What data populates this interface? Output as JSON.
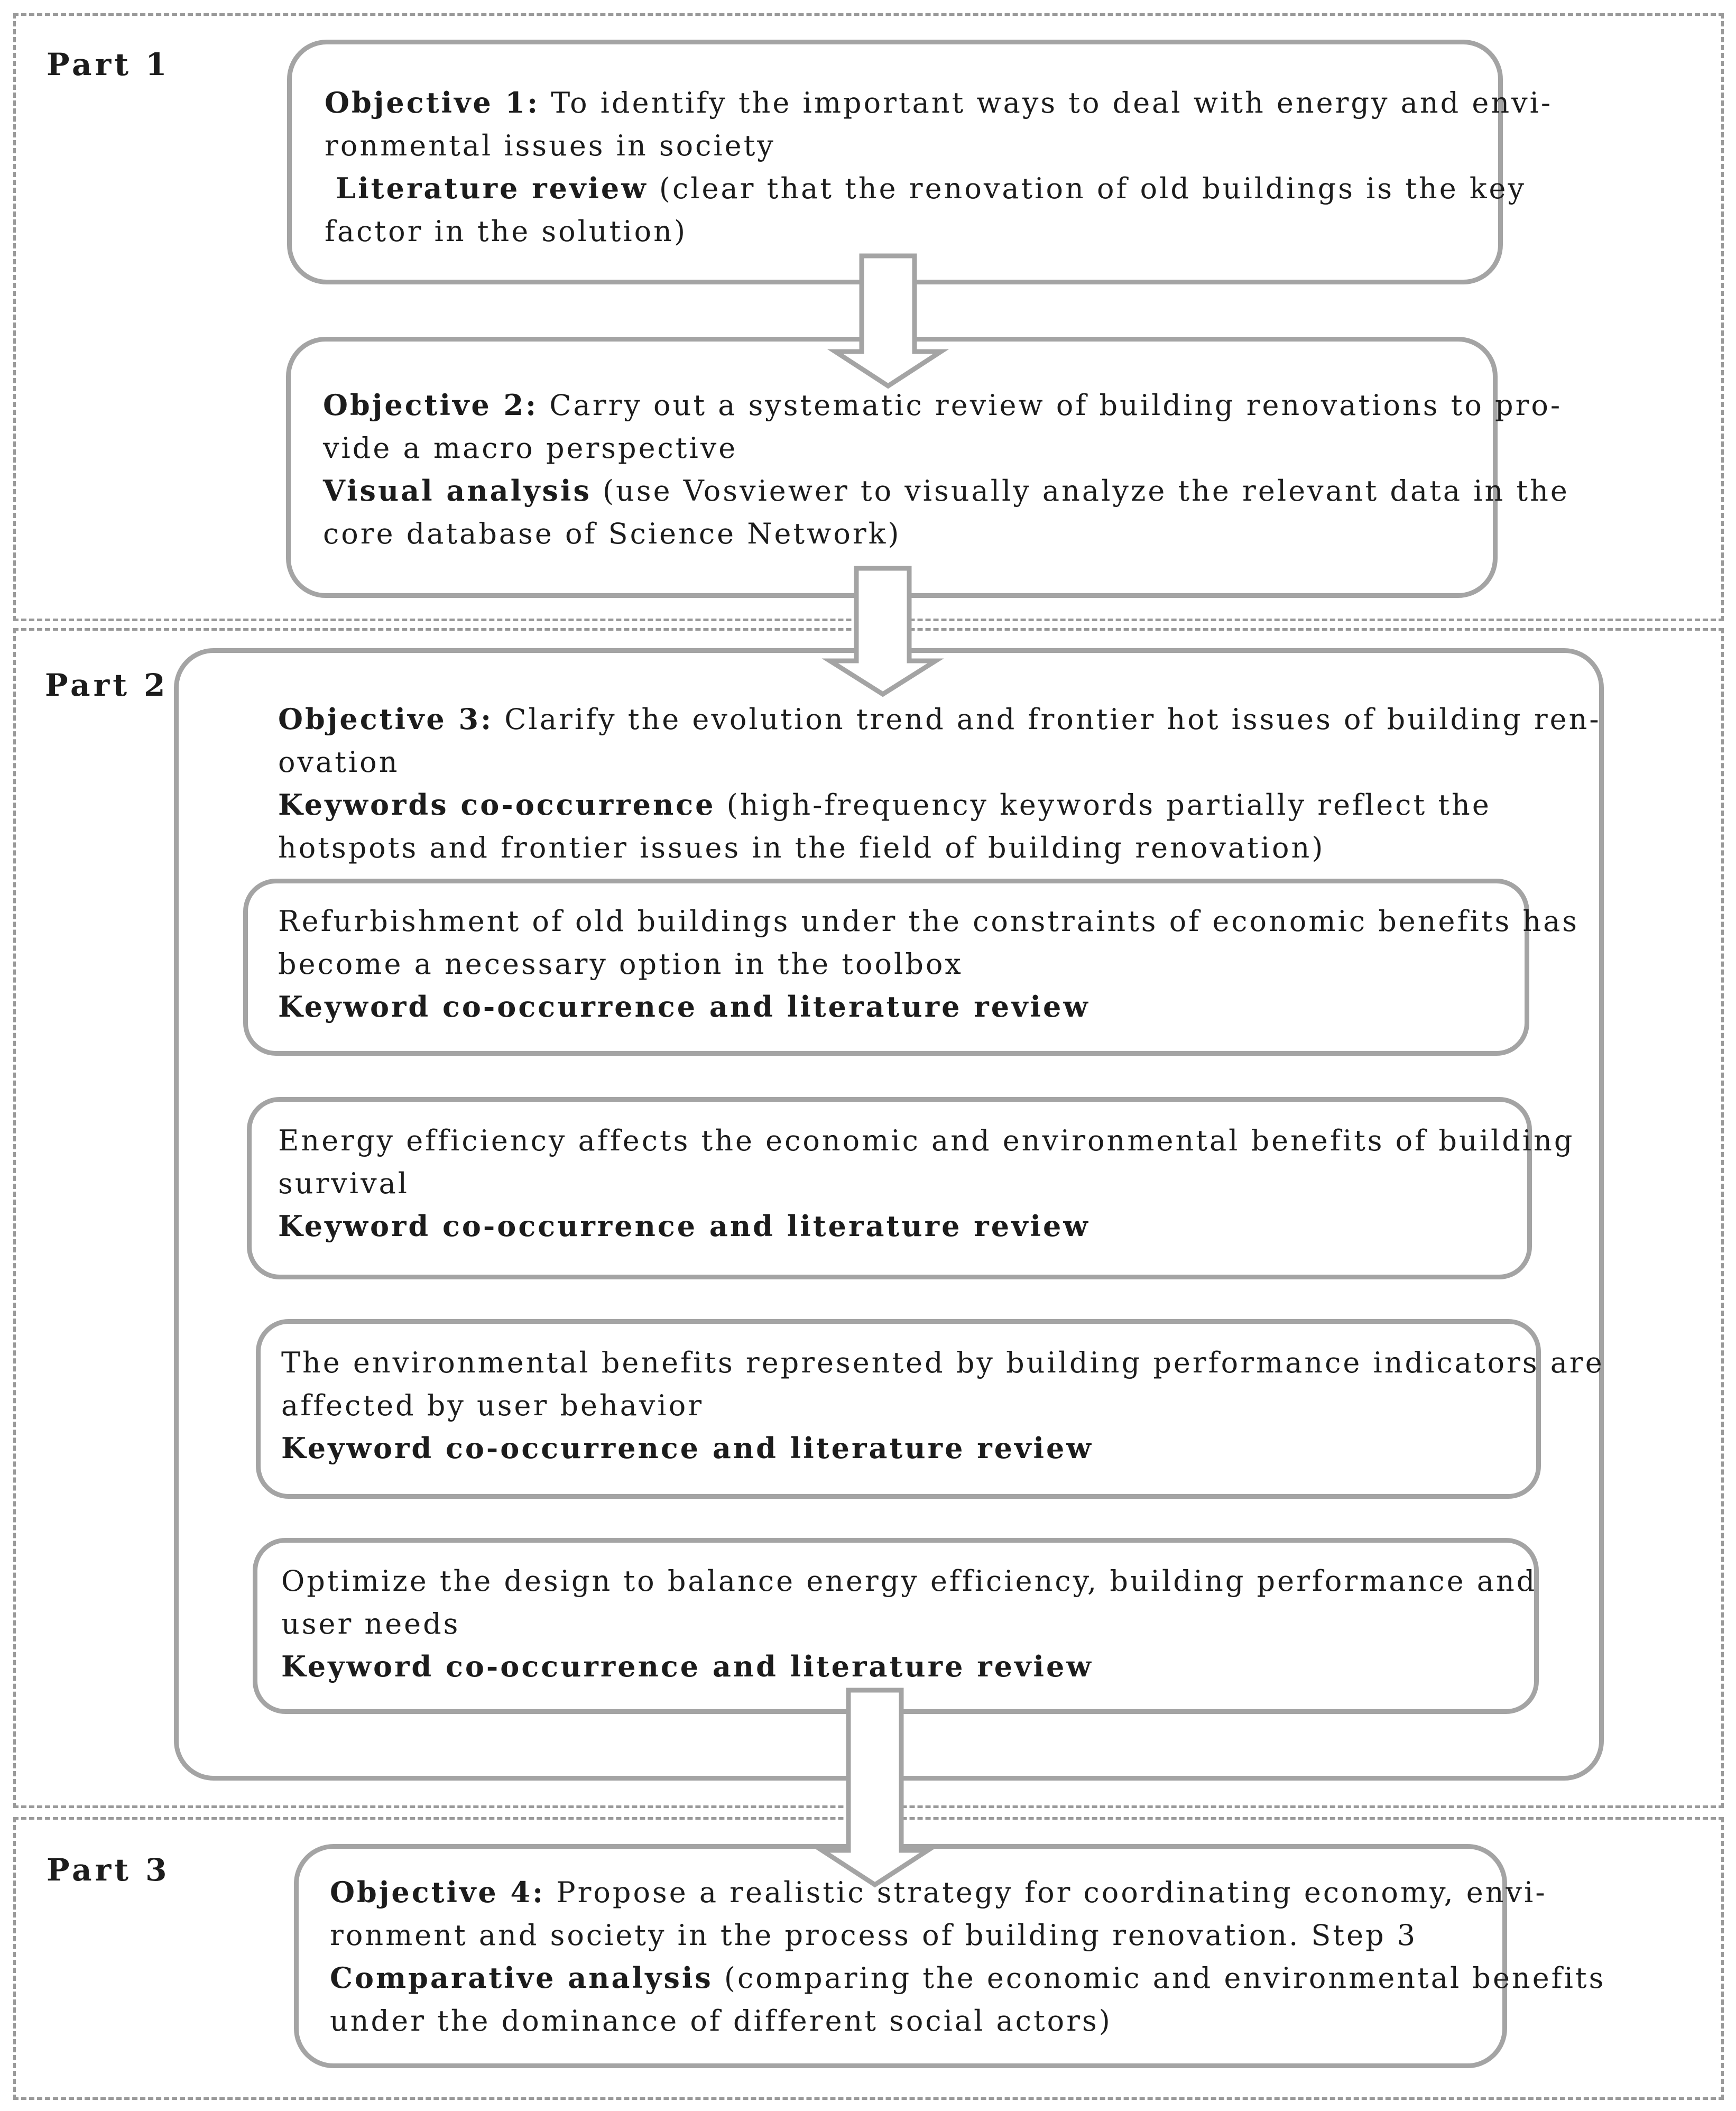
{
  "parts": {
    "part1": {
      "label": "Part 1"
    },
    "part2": {
      "label": "Part 2"
    },
    "part3": {
      "label": "Part 3"
    }
  },
  "objective1": {
    "lead": "Objective 1:",
    "line1": " To identify the important ways to deal with energy and envi-",
    "line2": "ronmental issues in society",
    "method": "Literature review",
    "line3": " (clear that the renovation of old buildings is the key",
    "line4": "factor in the solution)"
  },
  "objective2": {
    "lead": "Objective 2:",
    "line1": " Carry out a systematic review of building renovations to pro-",
    "line2": "vide a macro perspective",
    "method": "Visual analysis",
    "line3": " (use Vosviewer to visually analyze the relevant data in the",
    "line4": "core database of Science Network)"
  },
  "objective3": {
    "lead": "Objective 3:",
    "line1": " Clarify the evolution trend and frontier hot issues of building ren-",
    "line2": "ovation",
    "method": "Keywords co-occurrence",
    "line3": " (high-frequency keywords partially reflect the",
    "line4": "hotspots and frontier issues in the field of building renovation)"
  },
  "subitems": [
    {
      "line1": "Refurbishment of old buildings under the constraints of economic benefits has",
      "line2": "become a necessary option in the toolbox",
      "method": "Keyword co-occurrence and literature review"
    },
    {
      "line1": "Energy efficiency affects the economic and environmental benefits of building",
      "line2": "survival",
      "method": "Keyword co-occurrence and literature review"
    },
    {
      "line1": "The environmental benefits represented by building performance indicators are",
      "line2": "affected by user behavior",
      "method": "Keyword co-occurrence and literature review"
    },
    {
      "line1": "Optimize the design to balance energy efficiency, building performance and",
      "line2": "user needs",
      "method": "Keyword co-occurrence and literature review"
    }
  ],
  "objective4": {
    "lead": "Objective 4:",
    "line1": " Propose a realistic strategy for coordinating economy, envi-",
    "line2": "ronment and society in the process of building renovation. Step 3",
    "method": "Comparative analysis",
    "line3": " (comparing the economic and environmental benefits",
    "line4": "under the dominance of different social actors)"
  }
}
